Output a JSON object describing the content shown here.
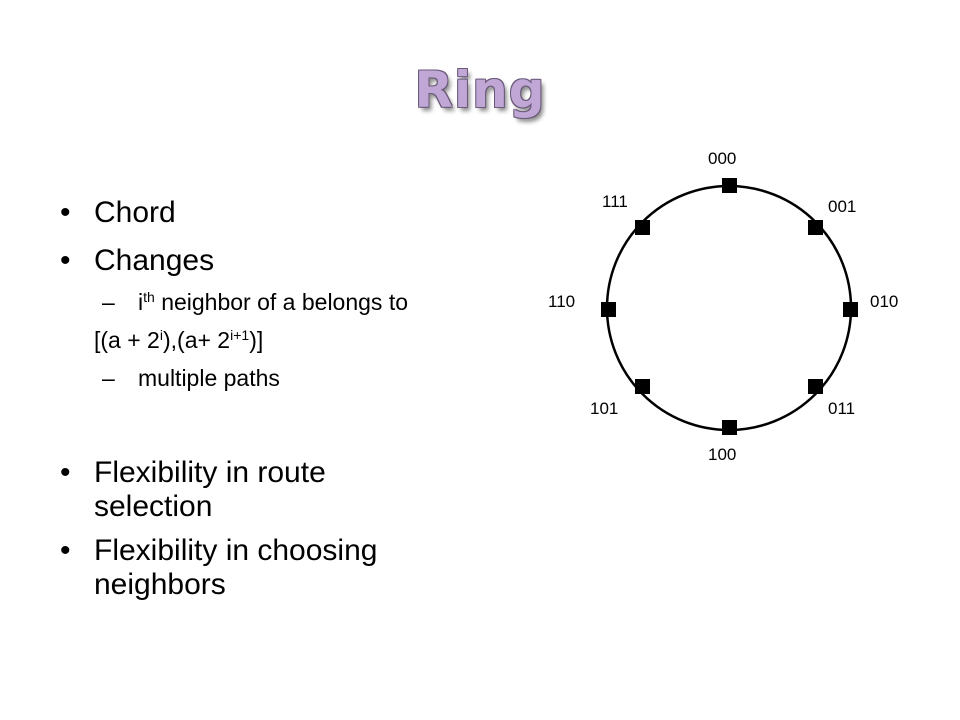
{
  "slide": {
    "title": "Ring",
    "bullets": {
      "chord": "Chord",
      "changes": "Changes",
      "neighbor_i": "i",
      "neighbor_th": "th",
      "neighbor_rest": " neighbor of a belongs to",
      "range_open": "[(a + 2",
      "range_sup1": "i",
      "range_mid": "),(a+ 2",
      "range_sup2": "i+1",
      "range_close": ")]",
      "multiple_paths": "multiple paths",
      "flex_route_1": "Flexibility in route",
      "flex_route_2": "selection",
      "flex_neighbors_1": "Flexibility in choosing",
      "flex_neighbors_2": "neighbors"
    },
    "bullet_glyph": "•",
    "dash_glyph": "–"
  },
  "ring": {
    "nodes": [
      "000",
      "001",
      "010",
      "011",
      "100",
      "101",
      "110",
      "111"
    ],
    "stroke_color": "#000000"
  }
}
